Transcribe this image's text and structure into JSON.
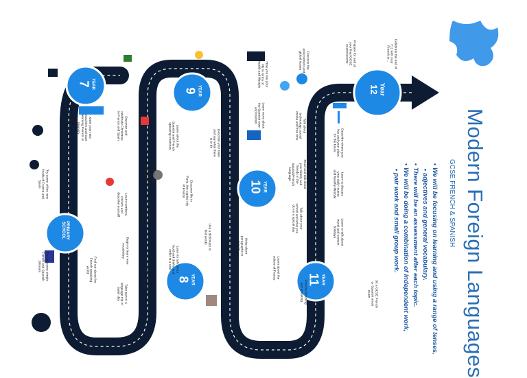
{
  "header": {
    "title": "Modern Foreign Languages",
    "subtitle": "GCSE FRENCH & SPANISH",
    "bullets": [
      "We will be focusing on learning and using a range of tenses,",
      "adjectives and general vocabulary.",
      "There will be an assessment after each topic.",
      "We will be doing a combination of independent work,",
      "pair work and small group work."
    ]
  },
  "milestones": {
    "year12": {
      "word": "Year",
      "num": "12"
    },
    "year11": {
      "word": "YEAR",
      "num": "11"
    },
    "year10": {
      "word": "YEAR",
      "num": "10"
    },
    "year9": {
      "word": "YEAR",
      "num": "9"
    },
    "year8": {
      "word": "YEAR",
      "num": "8"
    },
    "year7": {
      "word": "YEAR",
      "num": "7"
    },
    "primary": {
      "line1": "PRIMARY",
      "line2": "SCHOOL"
    }
  },
  "notes": {
    "n1": "Celebrate the end of Y11 with your French or...",
    "n2": "Prepare for and sit your final GCSE examinations",
    "n3": "Discover the environment and global issues",
    "n4": "How you live your life in terms of health and lifestyle",
    "n5": "Learn more about the Spanish town and tourism",
    "n6": "Talk about technology, social media and free time",
    "n7": "Describe where you live and your plans for the future",
    "n8": "Learn to discuss your daily routine and healthy lifestyle",
    "n9": "Read and talk about your family and friends in the Spanish/French language",
    "n10": "Talk about your school and what you do on a typical day",
    "n11": "Learn to talk about travel and tourism holidays",
    "n12": "Discover life in Paris, the capital city of France",
    "n13": "Describe your town and say what there is to do",
    "n14": "Learn about the Spanish and French speaking countries",
    "n15": "Learn to talk about food and drinks and order in a café",
    "n16": "Discover and celebrate Christmas in France and Spain",
    "n17": "Develop your pronunciation and spelling skills",
    "n18": "Learn to give opinions about your school subjects",
    "n19": "Learn numbers, colours and describe yourself",
    "n20": "Meet your new teachers and start learning French or Spanish",
    "n21": "Try some of the new foods of France and Spain",
    "n22": "Try out some simple French and Spanish phrases",
    "n23": "Find out about the French speaking world",
    "n24": "Take part in a language trip or taster day",
    "n25": "Learn to tell the time in French",
    "n26": "Begin to learn new vocabulary",
    "n27": "Use a dictionary to find words",
    "n28": "Read short texts in French",
    "n29": "Write short paragraphs in French",
    "n30": "Learn about the culture of France",
    "n31": "Practise listening and speaking",
    "n32": "Sit a GCSE French or Spanish mock exam"
  },
  "colors": {
    "road": "#0d1c33",
    "accent": "#1e88e5",
    "title": "#2a6fb5",
    "dash": "#ffffff"
  }
}
